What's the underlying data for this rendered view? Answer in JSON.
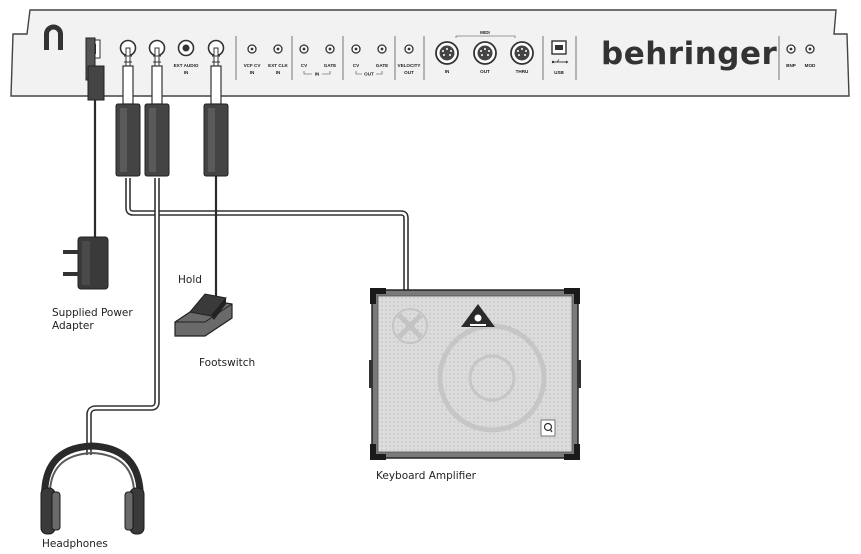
{
  "device": {
    "brand": "behringer",
    "panel_labels": {
      "ext_audio": "EXT AUDIO",
      "ext_audio_in": "IN",
      "vcf_cv": "VCF CV",
      "vcf_cv_in": "IN",
      "ext_clk": "EXT CLK",
      "ext_clk_in": "IN",
      "cv_in": "CV",
      "gate_in": "GATE",
      "in_group": "IN",
      "cv_out": "CV",
      "gate_out": "GATE",
      "out_group": "OUT",
      "velocity": "VELOCITY",
      "velocity_out": "OUT",
      "midi": "MIDI",
      "midi_in": "IN",
      "midi_out": "OUT",
      "midi_thru": "THRU",
      "usb": "USB",
      "bnp": "BNP",
      "mod": "MOD"
    }
  },
  "labels": {
    "power_adapter_line1": "Supplied Power",
    "power_adapter_line2": "Adapter",
    "hold": "Hold",
    "footswitch": "Footswitch",
    "keyboard_amplifier": "Keyboard Amplifier",
    "headphones": "Headphones"
  },
  "colors": {
    "panel_fill": "#f2f2f2",
    "outline": "#333333",
    "cable": "#2a2a2a",
    "plug": "#444444",
    "amp_grille": "#d8d8d8",
    "amp_corner": "#1a1a1a"
  },
  "icons": [
    "power-logo-icon",
    "usb-icon",
    "speaker-cone-icon",
    "behringer-logo-icon"
  ]
}
